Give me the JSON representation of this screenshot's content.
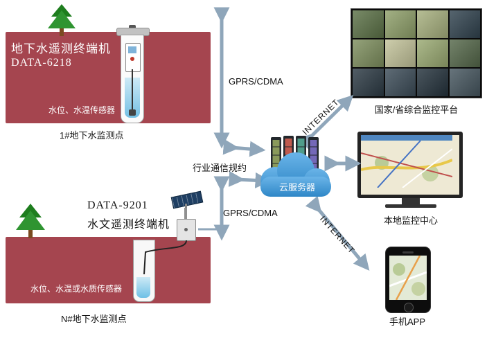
{
  "colors": {
    "ground": "#a5454f",
    "cloud": "#3e9bd9",
    "arrow": "#8fa6ba",
    "water": "#74c0e4"
  },
  "site1": {
    "device_title": "地下水遥测终端机",
    "device_model": "DATA-6218",
    "sensor_label": "水位、水温传感器",
    "site_label": "1#地下水监测点"
  },
  "site2": {
    "device_model": "DATA-9201",
    "device_title": "水文遥测终端机",
    "sensor_label": "水位、水温或水质传感器",
    "site_label": "N#地下水监测点"
  },
  "links": {
    "gprs_top": "GPRS/CDMA",
    "industry_protocol": "行业通信规约",
    "gprs_bottom": "GPRS/CDMA",
    "internet_top": "INTERNET",
    "internet_bottom": "INTERNET"
  },
  "cloud": {
    "label": "云服务器"
  },
  "right": {
    "wall_label": "国家/省综合监控平台",
    "monitor_label": "本地监控中心",
    "phone_label": "手机APP"
  }
}
